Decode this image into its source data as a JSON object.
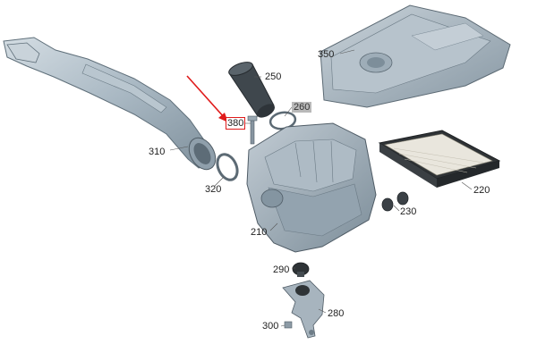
{
  "colors": {
    "part_fill": "#9fb0bc",
    "part_light": "#c7d2da",
    "part_dark": "#6f818e",
    "outline": "#4e5b64",
    "arrow": "#e01b1b",
    "highlight_red": "#e01b1b",
    "highlight_grey": "#b9b9b9"
  },
  "labels": {
    "p350": "350",
    "p250": "250",
    "p260": "260",
    "p380": "380",
    "p310": "310",
    "p320": "320",
    "p220": "220",
    "p230": "230",
    "p210": "210",
    "p290": "290",
    "p280": "280",
    "p300": "300"
  }
}
